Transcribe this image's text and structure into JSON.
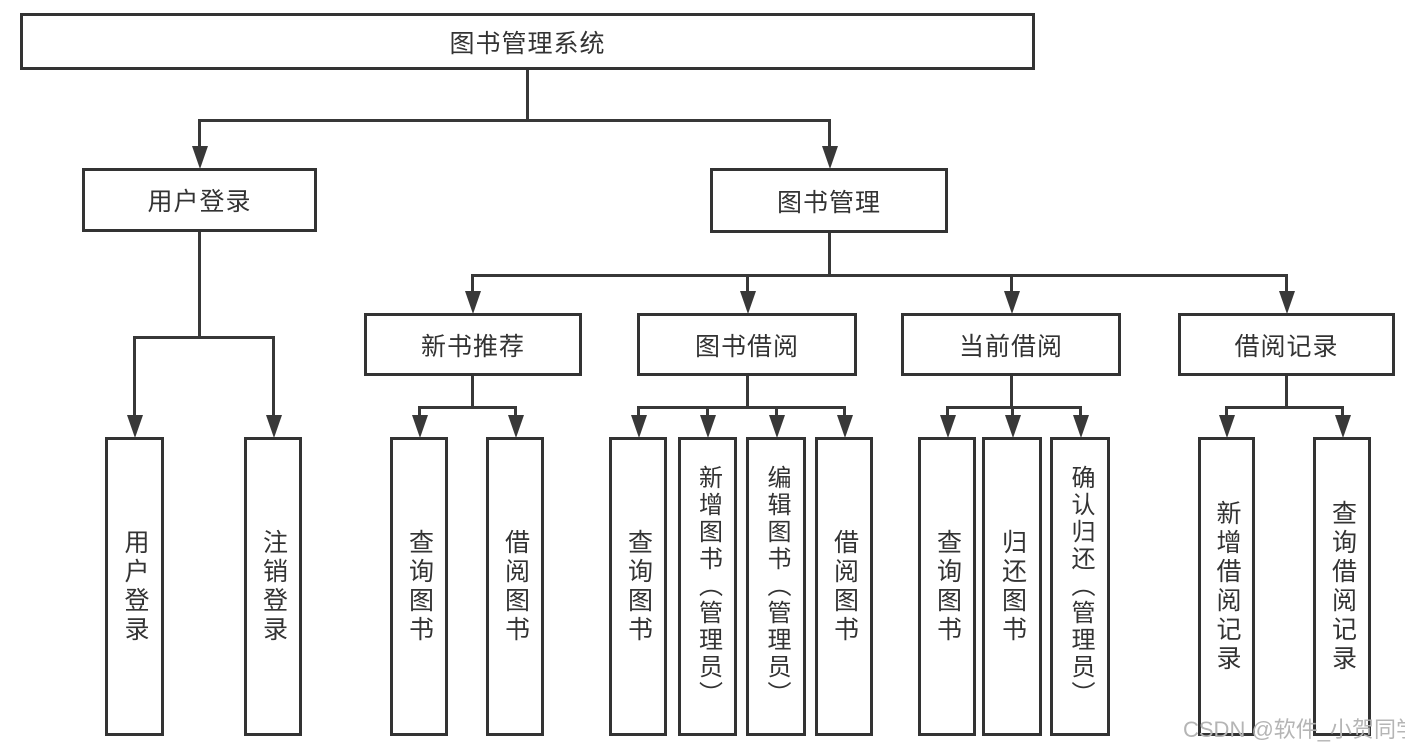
{
  "diagram_type": "hierarchy-tree",
  "colors": {
    "background": "#ffffff",
    "line": "#383838",
    "border": "#333333",
    "text": "#333333",
    "watermark": "#b5b5b5"
  },
  "watermark": {
    "text": "CSDN @软件_小贺同学"
  },
  "tree": {
    "label": "图书管理系统",
    "children": [
      {
        "label": "用户登录",
        "children": [
          {
            "label": "用户登录"
          },
          {
            "label": "注销登录"
          }
        ]
      },
      {
        "label": "图书管理",
        "children": [
          {
            "label": "新书推荐",
            "children": [
              {
                "label": "查询图书"
              },
              {
                "label": "借阅图书"
              }
            ]
          },
          {
            "label": "图书借阅",
            "children": [
              {
                "label": "查询图书"
              },
              {
                "label": "新增图书（管理员）"
              },
              {
                "label": "编辑图书（管理员）"
              },
              {
                "label": "借阅图书"
              }
            ]
          },
          {
            "label": "当前借阅",
            "children": [
              {
                "label": "查询图书"
              },
              {
                "label": "归还图书"
              },
              {
                "label": "确认归还（管理员）"
              }
            ]
          },
          {
            "label": "借阅记录",
            "children": [
              {
                "label": "新增借阅记录"
              },
              {
                "label": "查询借阅记录"
              }
            ]
          }
        ]
      }
    ]
  }
}
